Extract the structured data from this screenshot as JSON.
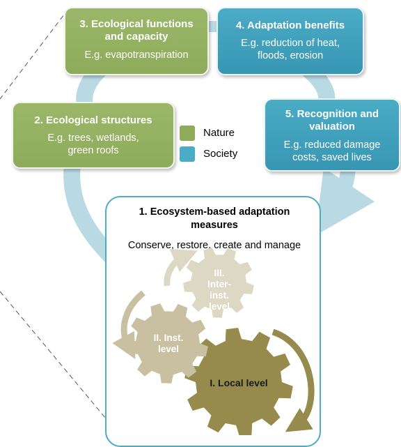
{
  "boxes": {
    "box3": {
      "title_l1": "3. Ecological functions",
      "title_l2": "and capacity",
      "desc": "E.g. evapotranspiration"
    },
    "box4": {
      "title": "4. Adaptation benefits",
      "desc_l1": "E.g. reduction of heat,",
      "desc_l2": "floods, erosion"
    },
    "box2": {
      "title": "2. Ecological structures",
      "desc_l1": "E.g. trees, wetlands,",
      "desc_l2": "green roofs"
    },
    "box5": {
      "title_l1": "5. Recognition and",
      "title_l2": "valuation",
      "desc_l1": "E.g. reduced damage",
      "desc_l2": "costs, saved lives"
    }
  },
  "legend": {
    "nature": {
      "label": "Nature",
      "color": "#8fac5c"
    },
    "society": {
      "label": "Society",
      "color": "#4bacc6"
    }
  },
  "center": {
    "title_l1": "1. Ecosystem-based adaptation",
    "title_l2": "measures",
    "subtitle": "Conserve, restore, create and manage"
  },
  "gears": {
    "g3": {
      "l1": "III.",
      "l2": "Inter-",
      "l3": "inst.",
      "l4": "level",
      "color": "#ddd8c4"
    },
    "g2": {
      "l1": "II. Inst.",
      "l2": "level",
      "color": "#c8c0a0"
    },
    "g1": {
      "l1": "I. Local level",
      "color": "#968a4d"
    }
  },
  "colors": {
    "nature": "#8fac5c",
    "society": "#4bacc6",
    "cycle_arrow": "#b9d9e3",
    "outer_box_border": "#4bacc6"
  }
}
